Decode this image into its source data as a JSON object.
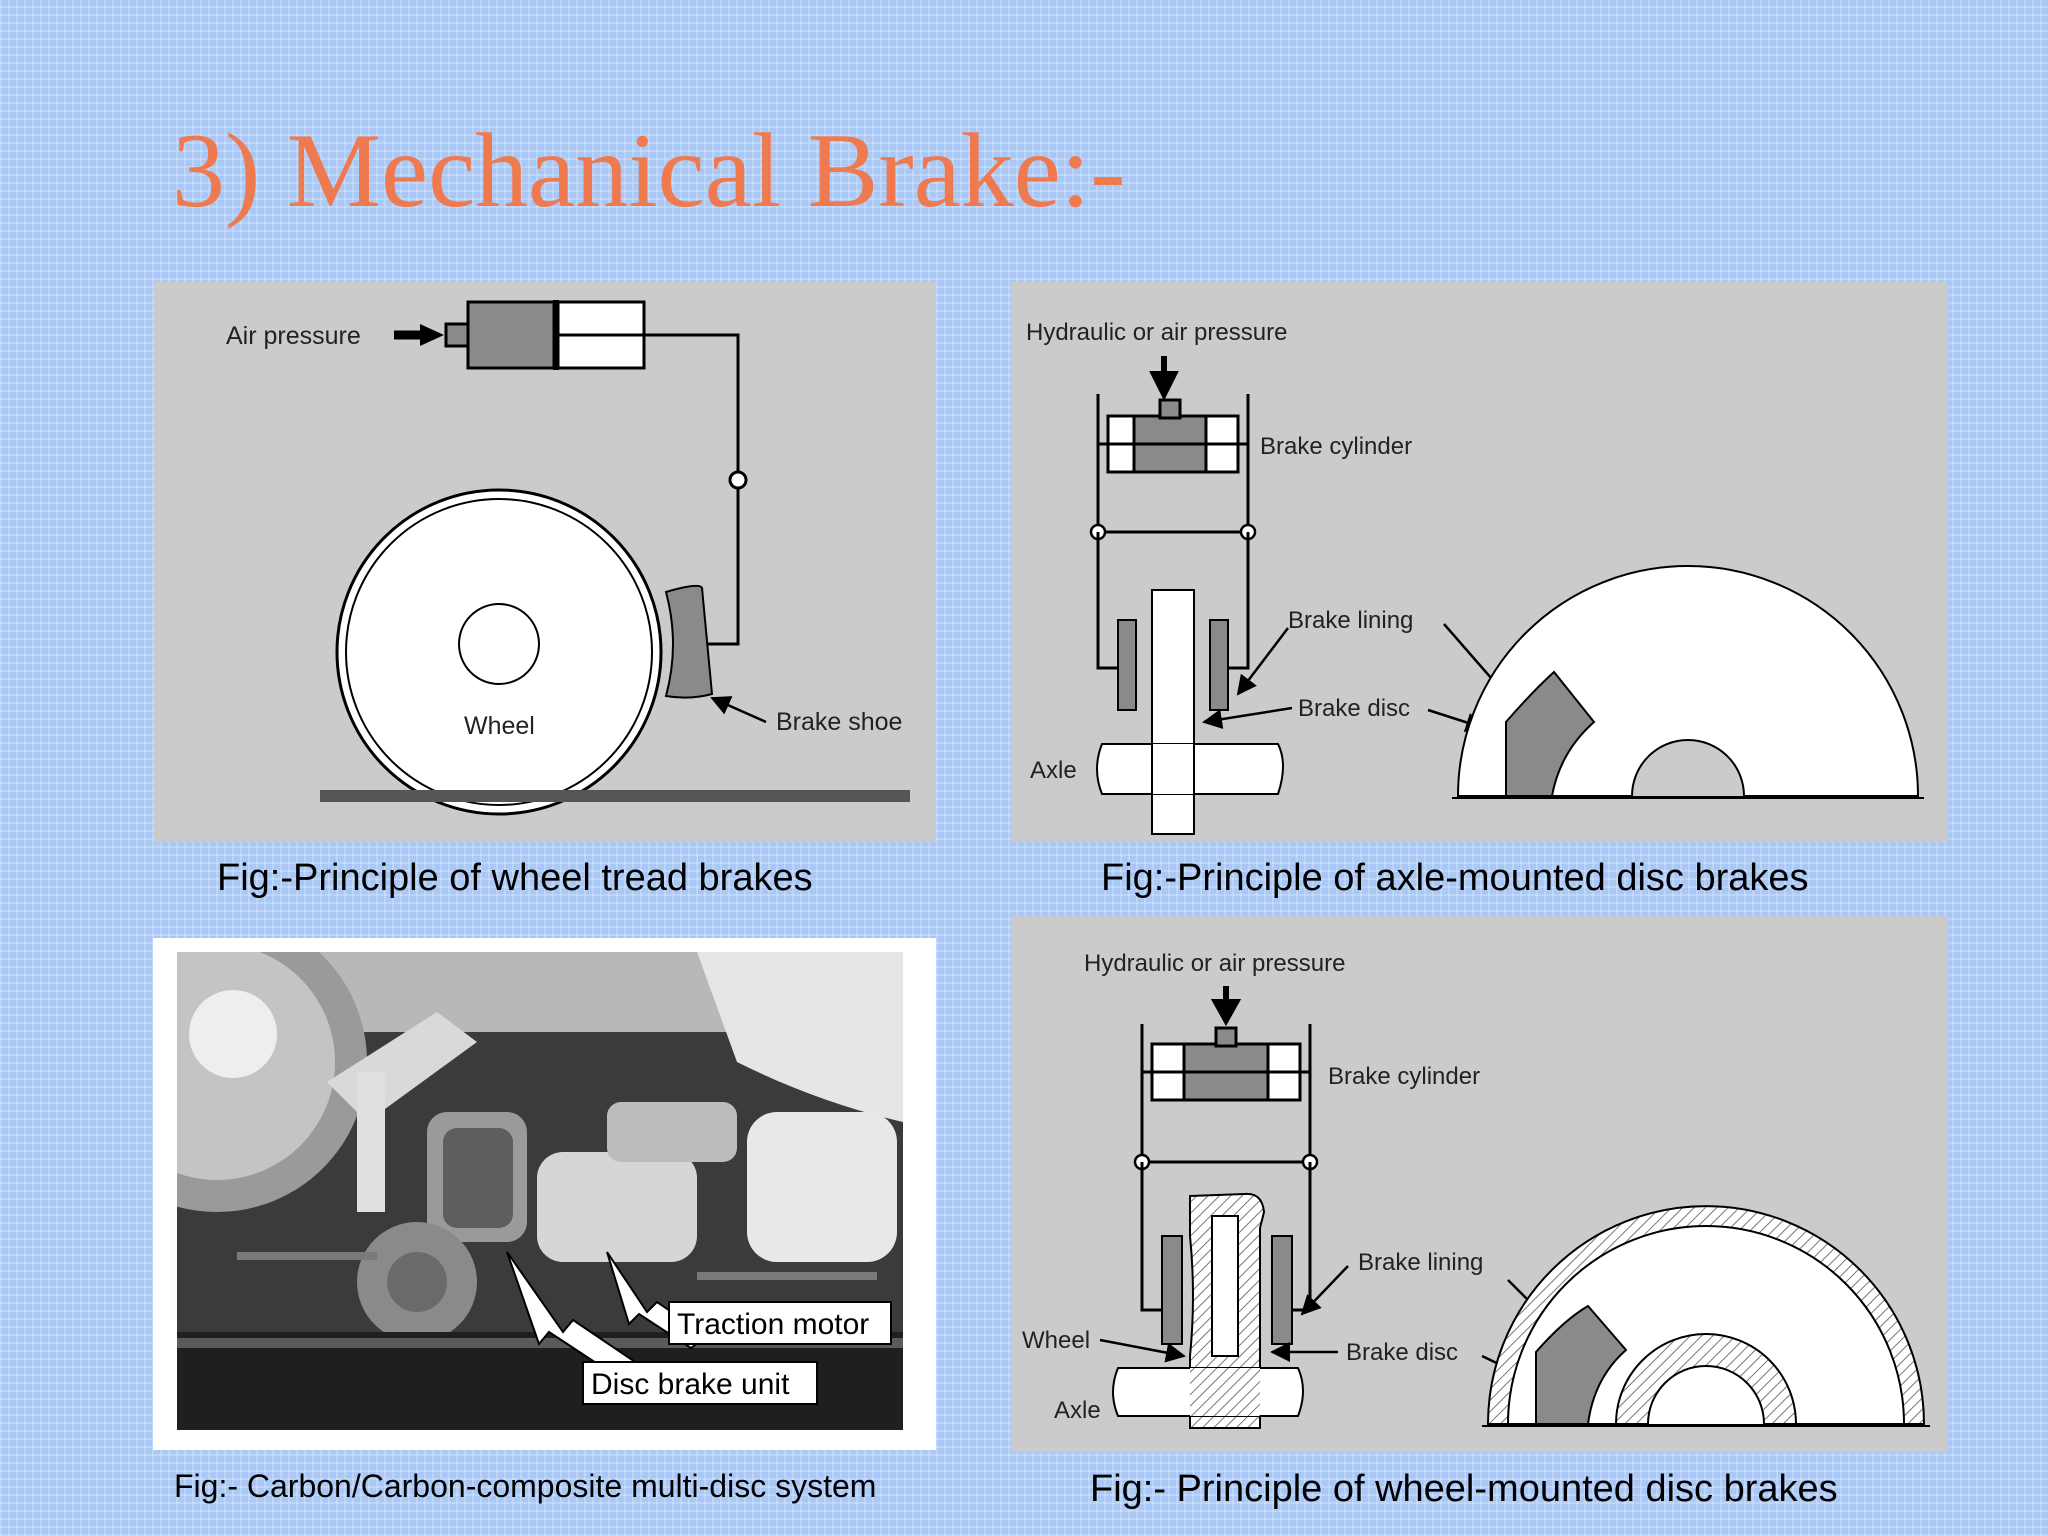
{
  "slide": {
    "title": "3) Mechanical Brake:-"
  },
  "figures": {
    "tread": {
      "caption": "Fig:-Principle of wheel tread brakes",
      "labels": {
        "air_pressure": "Air pressure",
        "wheel": "Wheel",
        "brake_shoe": "Brake shoe"
      }
    },
    "axle_disc": {
      "caption": "Fig:-Principle of axle-mounted disc brakes",
      "labels": {
        "pressure": "Hydraulic or air pressure",
        "brake_cylinder": "Brake cylinder",
        "brake_lining": "Brake lining",
        "brake_disc": "Brake disc",
        "axle": "Axle"
      }
    },
    "photo": {
      "caption": "Fig:- Carbon/Carbon-composite multi-disc system",
      "labels": {
        "traction_motor": "Traction motor",
        "disc_brake_unit": "Disc brake unit"
      }
    },
    "wheel_disc": {
      "caption": "Fig:- Principle of wheel-mounted disc brakes",
      "labels": {
        "pressure": "Hydraulic or air pressure",
        "brake_cylinder": "Brake cylinder",
        "brake_lining": "Brake lining",
        "wheel": "Wheel",
        "brake_disc": "Brake disc",
        "axle": "Axle"
      }
    }
  },
  "colors": {
    "title": "#ef7a4f",
    "background": "#a9c8f5",
    "panel": "#cbcbcb"
  }
}
